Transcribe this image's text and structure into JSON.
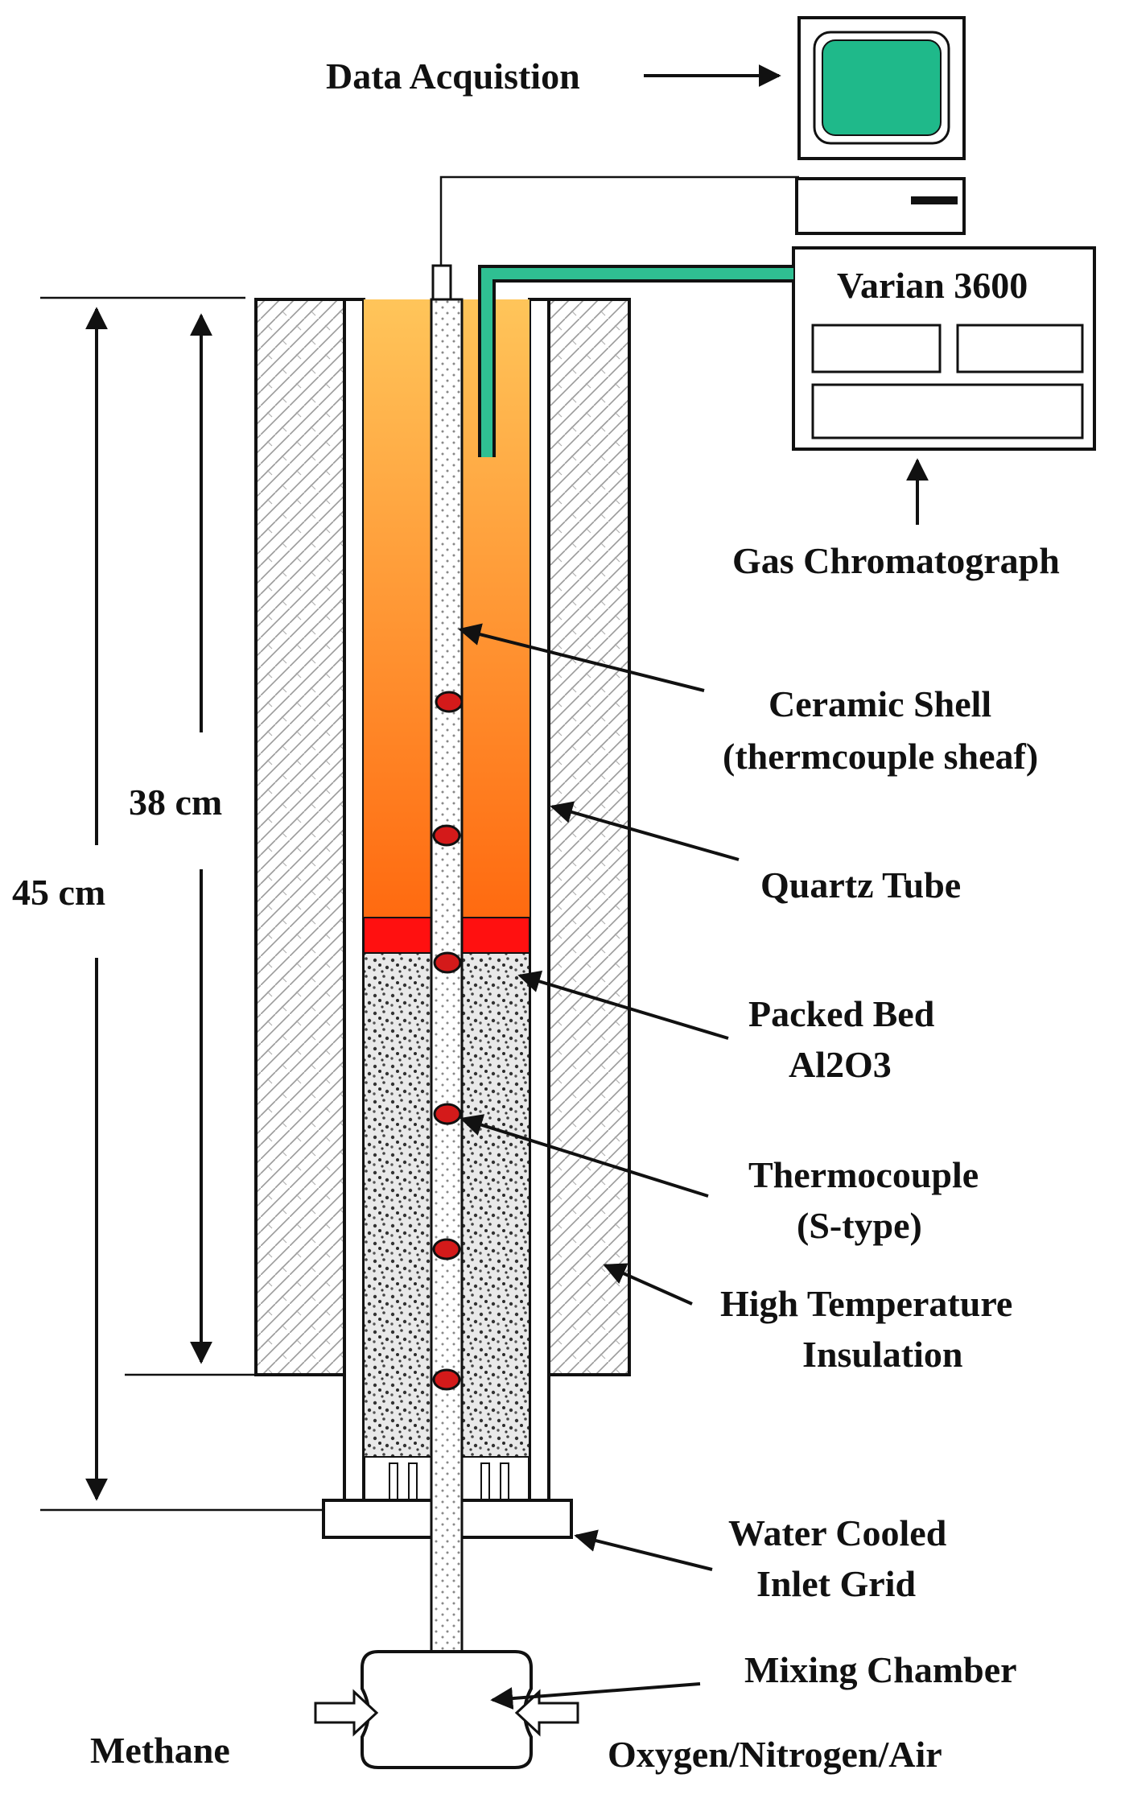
{
  "labels": {
    "data_acquisition": "Data Acquistion",
    "gc_model": "Varian 3600",
    "gas_chromatograph": "Gas Chromatograph",
    "ceramic_shell_1": "Ceramic Shell",
    "ceramic_shell_2": "(thermcouple sheaf)",
    "quartz_tube": "Quartz Tube",
    "packed_bed_1": "Packed Bed",
    "packed_bed_2": "Al2O3",
    "thermocouple_1": "Thermocouple",
    "thermocouple_2": "(S-type)",
    "insulation_1": "High Temperature",
    "insulation_2": "Insulation",
    "inlet_grid_1": "Water Cooled",
    "inlet_grid_2": "Inlet Grid",
    "mixing_chamber": "Mixing Chamber",
    "methane": "Methane",
    "oxidizer": "Oxygen/Nitrogen/Air",
    "dim_inner": "38 cm",
    "dim_outer": "45 cm"
  },
  "colors": {
    "monitor_screen": "#1fb98a",
    "sample_line": "#2fbf92",
    "reactor_top": "#ffc55a",
    "reactor_bottom": "#ff6a10",
    "flame_zone": "#ff1010",
    "thermocouple_bead": "#d41a1a"
  }
}
